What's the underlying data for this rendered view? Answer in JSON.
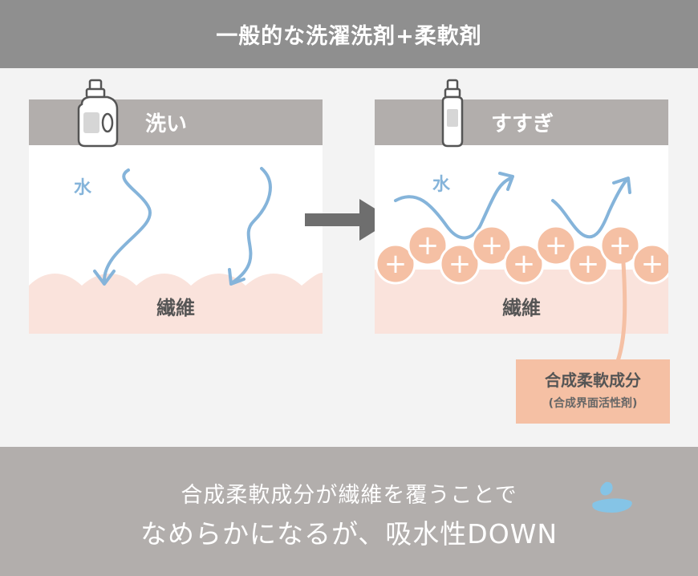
{
  "header": {
    "title": "一般的な洗濯洗剤+柔軟剤"
  },
  "wash_panel": {
    "title": "洗い",
    "water_label": "水",
    "fiber_label": "繊維"
  },
  "rinse_panel": {
    "title": "すすぎ",
    "water_label": "水",
    "fiber_label": "繊維",
    "particle_symbol": "+"
  },
  "callout": {
    "title": "合成柔軟成分",
    "subtitle": "(合成界面活性剤)"
  },
  "footer": {
    "line1": "合成柔軟成分が繊維を覆うことで",
    "line2": "なめらかになるが、吸水性DOWN"
  },
  "colors": {
    "header_bg": "#8f8f8f",
    "panel_header_bg": "#b2aeac",
    "fiber": "#fae3dc",
    "water": "#85b4da",
    "particle": "#f5c0a4",
    "arrow": "#6e6e6e"
  }
}
